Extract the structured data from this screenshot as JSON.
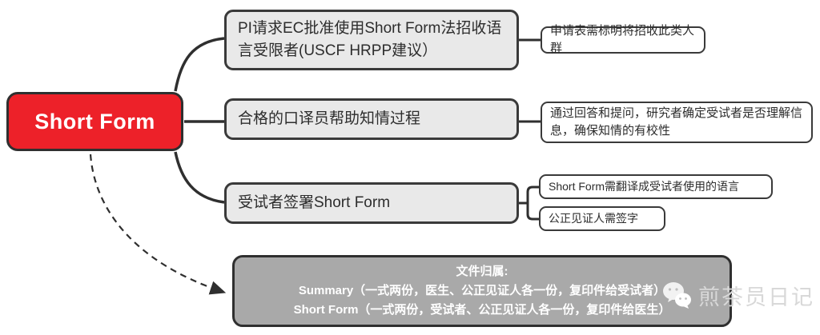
{
  "diagram": {
    "root": {
      "label": "Short Form"
    },
    "steps": [
      {
        "label": "PI请求EC批准使用Short Form法招收语言受限者(USCF HRPP建议）"
      },
      {
        "label": "合格的口译员帮助知情过程"
      },
      {
        "label": "受试者签署Short Form"
      }
    ],
    "notes": [
      {
        "label": "申请表需标明将招收此类人群"
      },
      {
        "label": "通过回答和提问，研究者确定受试者是否理解信息，确保知情的有校性"
      },
      {
        "label": "Short Form需翻译成受试者使用的语言"
      },
      {
        "label": "公正见证人需签字"
      }
    ],
    "footer": {
      "title": "文件归属:",
      "line1": "Summary（一式两份，医生、公正见证人各一份，复印件给受试者）",
      "line2": "Short Form（一式两份，受试者、公正见证人各一份，复印件给医生）"
    },
    "watermark": {
      "text": "煎茶员日记"
    }
  },
  "colors": {
    "root_fill": "#ed2129",
    "step_fill": "#e9e9e9",
    "note_fill": "#ffffff",
    "footer_fill": "#a9a9a9",
    "line": "#2f2f2f",
    "watermark": "#d8d8d8"
  }
}
